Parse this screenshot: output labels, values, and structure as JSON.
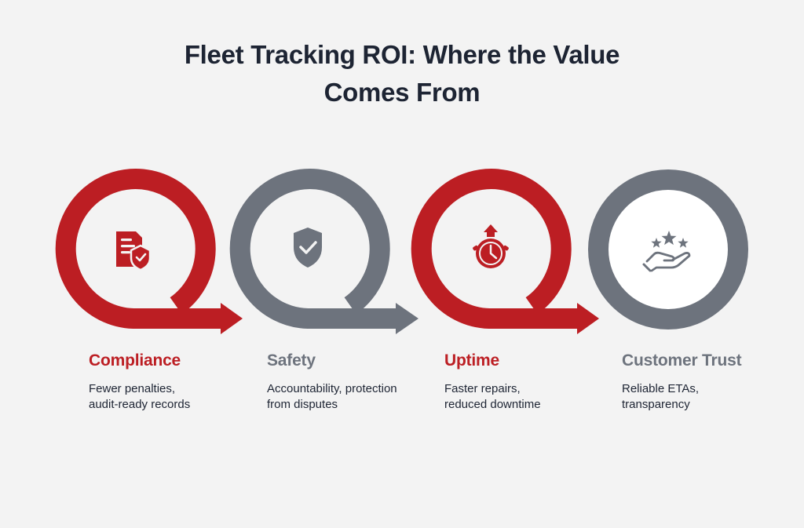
{
  "title": {
    "line1": "Fleet Tracking ROI: Where the Value",
    "line2": "Comes From"
  },
  "colors": {
    "red": "#bc1e23",
    "gray": "#6d737d",
    "background": "#f3f3f3",
    "text": "#1d2433"
  },
  "steps": [
    {
      "title": "Compliance",
      "desc_line1": "Fewer penalties,",
      "desc_line2": "audit-ready records",
      "color": "#bc1e23",
      "icon": "document-shield-icon"
    },
    {
      "title": "Safety",
      "desc_line1": "Accountability, protection",
      "desc_line2": "from disputes",
      "color": "#6d737d",
      "icon": "shield-check-icon"
    },
    {
      "title": "Uptime",
      "desc_line1": "Faster repairs,",
      "desc_line2": "reduced downtime",
      "color": "#bc1e23",
      "icon": "stopwatch-icon"
    },
    {
      "title": "Customer Trust",
      "desc_line1": "Reliable ETAs,",
      "desc_line2": "transparency",
      "color": "#6d737d",
      "icon": "hand-stars-icon"
    }
  ]
}
